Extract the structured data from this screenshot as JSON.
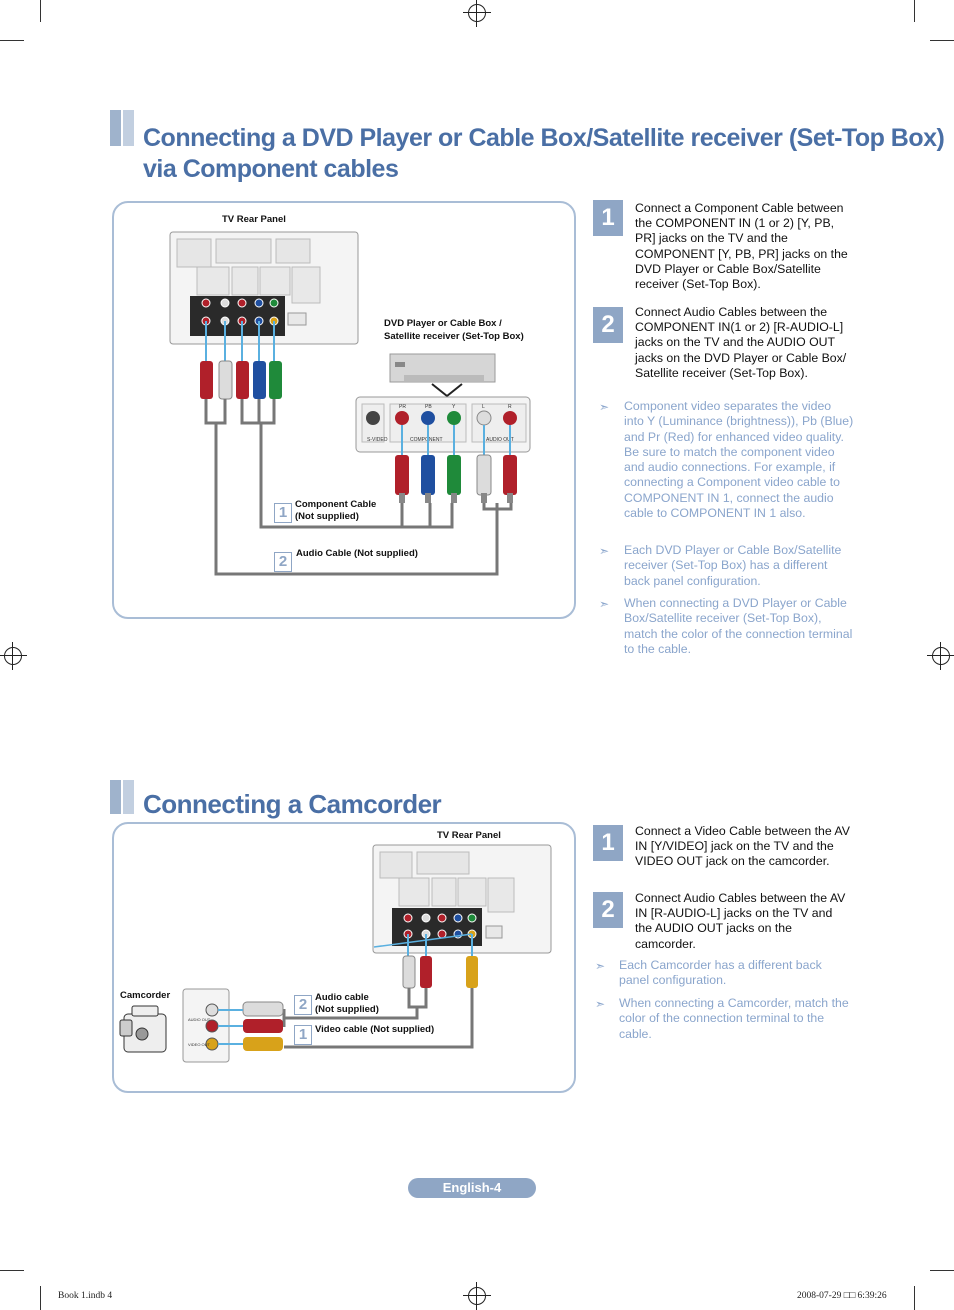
{
  "section1": {
    "title_line1": "Connecting a DVD Player or Cable Box/Satellite receiver (Set-Top Box)",
    "title_line2": "via Component cables",
    "tv_label": "TV Rear Panel",
    "dvd_label_line1": "DVD Player or Cable Box /",
    "dvd_label_line2": "Satellite receiver (Set-Top Box)",
    "cable1_label_line1": "Component Cable",
    "cable1_label_line2": "(Not supplied)",
    "cable2_label": "Audio Cable (Not supplied)",
    "badge1": "1",
    "badge2": "2",
    "dvd_jacks": {
      "pr": "PR",
      "pb": "PB",
      "y": "Y",
      "l": "L",
      "r": "R",
      "svideo": "S-VIDEO",
      "component": "COMPONENT",
      "audio_out": "AUDIO OUT"
    },
    "steps": [
      {
        "num": "1",
        "text": "Connect a Component Cable between the COMPONENT IN  (1 or 2) [Y, PB, PR] jacks on the TV and the COMPONENT [Y, PB, PR] jacks on the DVD Player or Cable Box/Satellite receiver (Set-Top Box)."
      },
      {
        "num": "2",
        "text": "Connect Audio Cables between the COMPONENT IN(1 or 2) [R-AUDIO-L] jacks on the TV and the AUDIO OUT jacks on the DVD Player or Cable Box/ Satellite receiver (Set-Top Box)."
      }
    ],
    "notes": [
      "Component video separates the video into Y (Luminance (brightness)), Pb (Blue) and Pr (Red) for enhanced video quality. Be sure to match the component video and audio connections. For example, if connecting a Component video cable to COMPONENT IN 1, connect the audio cable to COMPONENT IN 1 also.",
      "Each DVD Player or Cable Box/Satellite receiver (Set-Top Box) has a different back panel configuration.",
      "When connecting a DVD Player or Cable Box/Satellite receiver (Set-Top Box), match the color of the connection terminal to the cable."
    ]
  },
  "section2": {
    "title": "Connecting a Camcorder",
    "tv_label": "TV Rear Panel",
    "camcorder_label": "Camcorder",
    "cable2_label_line1": "Audio cable",
    "cable2_label_line2": "(Not supplied)",
    "cable1_label": "Video cable (Not supplied)",
    "badge1": "1",
    "badge2": "2",
    "cam_jacks": {
      "audio_out": "AUDIO OUT",
      "video_out": "VIDEO OUT"
    },
    "steps": [
      {
        "num": "1",
        "text": "Connect a Video Cable between the AV IN [Y/VIDEO] jack on the TV and the VIDEO OUT jack on the camcorder."
      },
      {
        "num": "2",
        "text": "Connect Audio Cables between the AV IN [R-AUDIO-L] jacks on the TV and the AUDIO OUT jacks on the camcorder."
      }
    ],
    "notes": [
      "Each Camcorder has a different back panel configuration.",
      "When connecting a Camcorder, match the color of the connection terminal to the cable."
    ]
  },
  "footer": {
    "page": "English-4"
  },
  "slug": {
    "file": "Book 1.indb   4",
    "timestamp": "2008-07-29   □□ 6:39:26"
  },
  "colors": {
    "accent": "#4a6fa5",
    "panel_border": "#a9bdd6",
    "note": "#8aa5cc",
    "badge": "#8fa6c5",
    "red": "#b0202a",
    "green": "#1f8a3a",
    "blue": "#1f4fa0",
    "yellow": "#d8a21a",
    "white_plug": "#dcdcdc",
    "cable_gray": "#777777"
  }
}
